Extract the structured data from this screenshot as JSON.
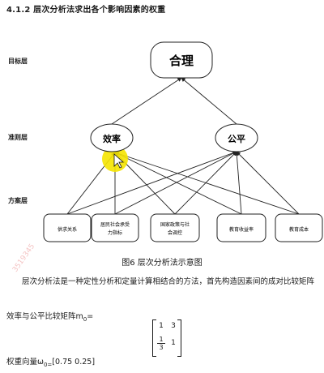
{
  "heading": "4.1.2  层次分析法求出各个影响因素的权重",
  "layers": {
    "goal": "目标层",
    "criteria": "准则层",
    "scheme": "方案层"
  },
  "nodes": {
    "goal": "合理",
    "criteria": [
      "效率",
      "公平"
    ],
    "schemes": [
      [
        "供求关系"
      ],
      [
        "居民社会承受",
        "力指标"
      ],
      [
        "国家政策与社",
        "会调控"
      ],
      [
        "教育收益率"
      ],
      [
        "教育成本"
      ]
    ]
  },
  "caption": "图6  层次分析法示意图",
  "paragraph": "层次分析法是一种定性分析和定量计算相结合的方法，首先构造因素间的成对比较矩阵",
  "matrix_line": {
    "label": "效率与公平比较矩阵m",
    "sub": "0",
    "suffix": "="
  },
  "matrix": {
    "r1c1": "1",
    "r1c2": "3",
    "r2c1_num": "1",
    "r2c1_den": "3",
    "r2c2": "1"
  },
  "weight_line": {
    "label": "权重向量ω",
    "sub": "0=",
    "values": "[0.75    0.25]"
  },
  "watermark": "3519345"
}
